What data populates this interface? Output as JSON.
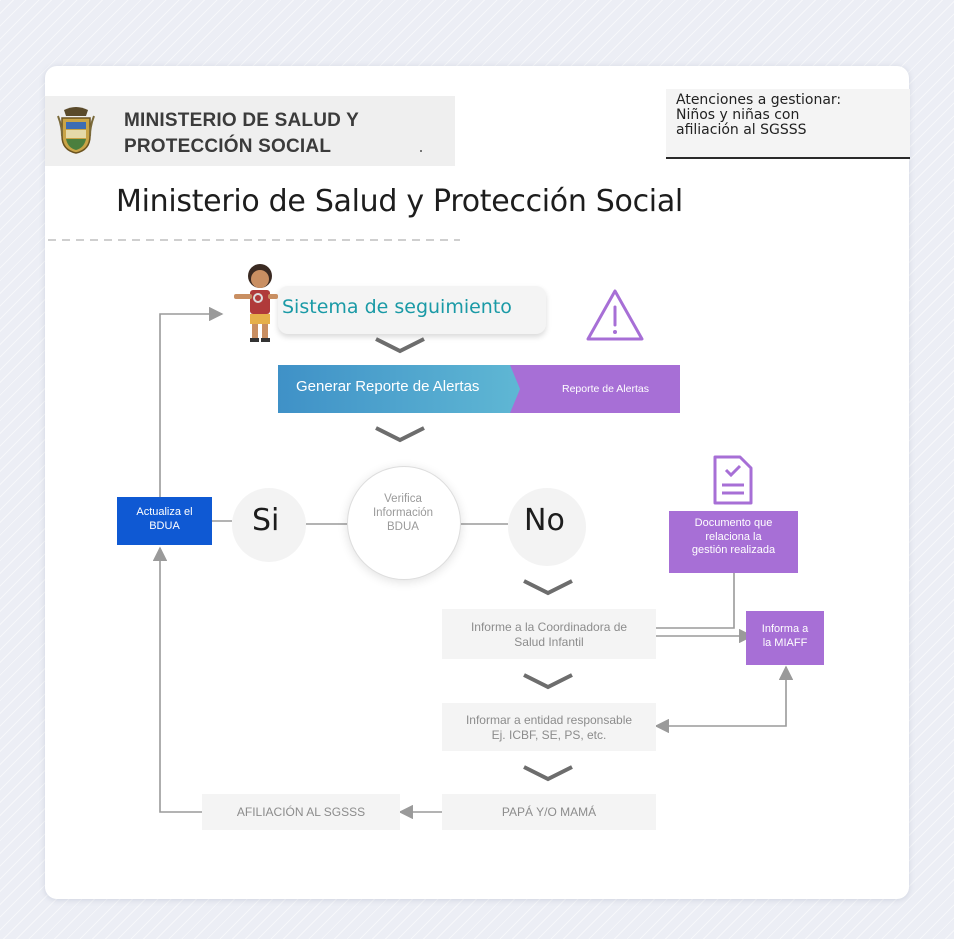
{
  "header": {
    "ministry_name": "MINISTERIO DE SALUD Y\nPROTECCIÓN SOCIAL",
    "note": "Atenciones a gestionar:\nNiños y niñas con\nafiliación al SGSSS",
    "title": "Ministerio de Salud y Protección Social"
  },
  "flow": {
    "system": "Sistema de seguimiento",
    "generate_report": "Generar Reporte de Alertas",
    "report_tag": "Reporte de Alertas",
    "verify": "Verifica\nInformación\nBDUA",
    "yes": "Si",
    "no": "No",
    "update": "Actualiza el\nBDUA",
    "document": "Documento que\nrelaciona la\ngestión realizada",
    "inform_miaff": "Informa a\nla MIAFF",
    "inform_coordinator": "Informe a la Coordinadora de\nSalud Infantil",
    "inform_entity": "Informar a entidad responsable\nEj. ICBF, SE, PS, etc.",
    "parents": "PAPÁ Y/O MAMÁ",
    "affiliation": "AFILIACIÓN AL SGSSS"
  },
  "colors": {
    "accent_teal": "#1a9aa6",
    "blue": "#0f59d3",
    "purple": "#a76fd6",
    "gradient_start": "#3f91c7",
    "gradient_end": "#5fb7d4",
    "connector": "#9a9a9a"
  },
  "icons": {
    "crest": "coat-of-arms-icon",
    "character": "child-character-icon",
    "warning": "warning-triangle-icon",
    "document": "document-checklist-icon",
    "chevron": "chevron-down-icon"
  }
}
